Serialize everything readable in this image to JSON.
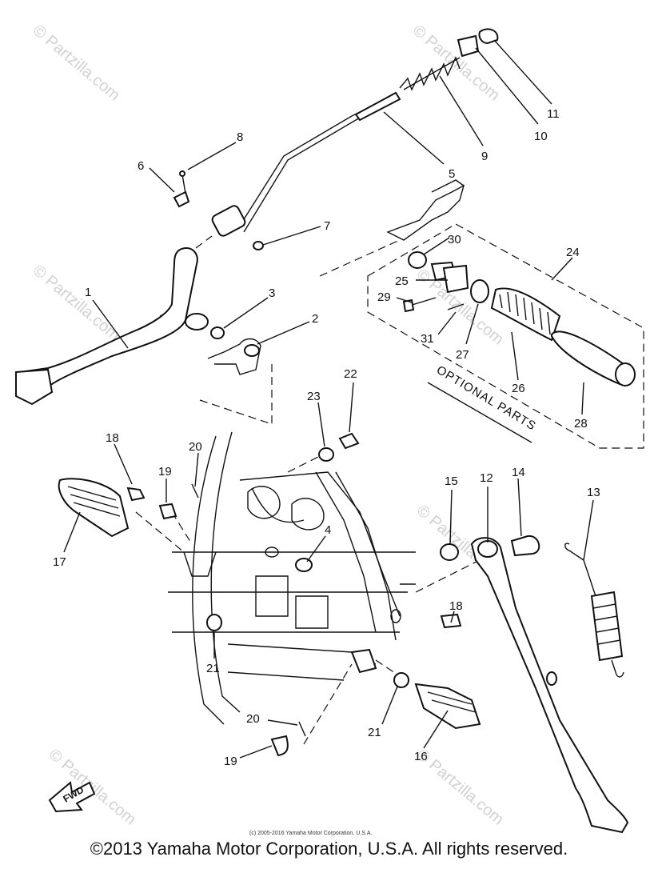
{
  "watermark": "© Partzilla.com",
  "optional_label": "OPTIONAL PARTS",
  "fwd_label": "FWD",
  "small_copyright": "(c) 2005-2016 Yamaha Motor Corporation, U.S.A.",
  "copyright": "©2013 Yamaha Motor Corporation, U.S.A. All rights reserved.",
  "callouts": [
    "1",
    "2",
    "3",
    "4",
    "5",
    "6",
    "7",
    "8",
    "9",
    "10",
    "11",
    "12",
    "13",
    "14",
    "15",
    "16",
    "17",
    "18",
    "18",
    "19",
    "19",
    "20",
    "20",
    "21",
    "21",
    "22",
    "23",
    "24",
    "25",
    "26",
    "27",
    "28",
    "29",
    "30",
    "31"
  ]
}
